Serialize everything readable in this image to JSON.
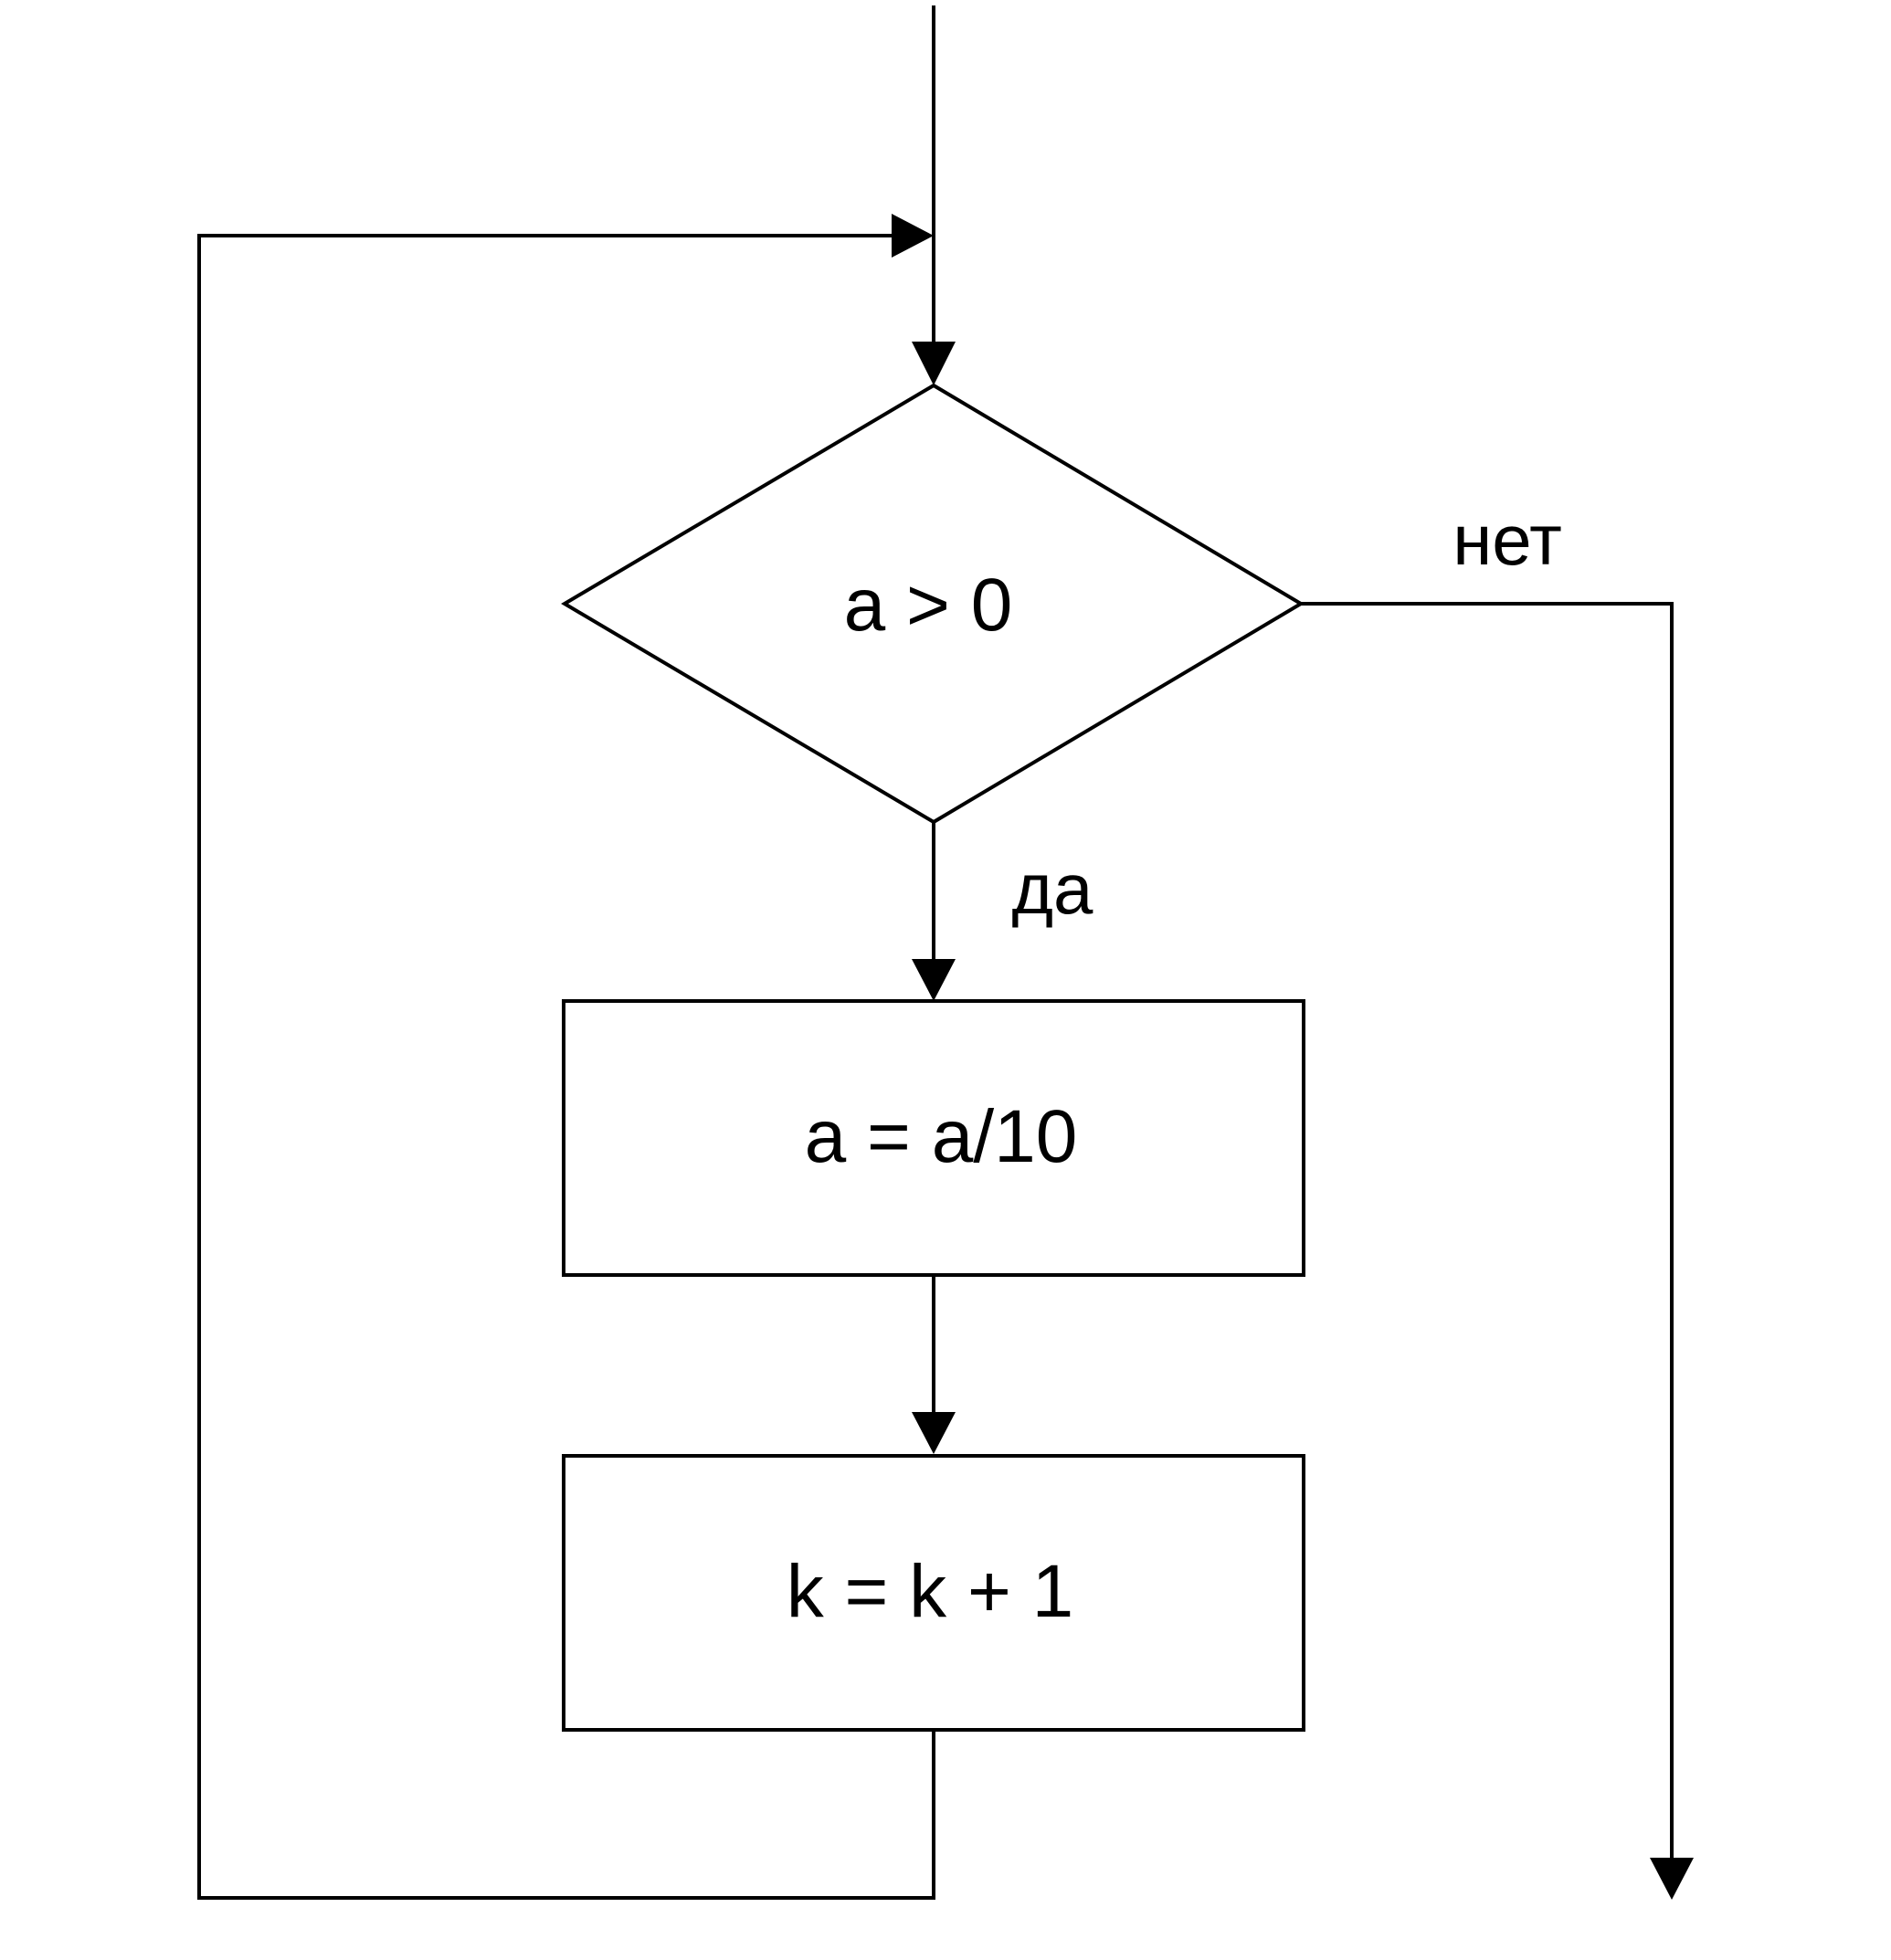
{
  "diagram": {
    "type": "flowchart",
    "nodes": {
      "condition": {
        "shape": "diamond",
        "text": "a > 0"
      },
      "divide_step": {
        "shape": "process",
        "text": "a = a/10"
      },
      "count_step": {
        "shape": "process",
        "text": "k = k + 1"
      }
    },
    "branch_labels": {
      "yes": "да",
      "no": "нет"
    },
    "edges": [
      {
        "from": "entry",
        "to": "condition"
      },
      {
        "from": "condition",
        "to": "divide_step",
        "label": "да"
      },
      {
        "from": "divide_step",
        "to": "count_step"
      },
      {
        "from": "count_step",
        "to": "condition",
        "kind": "loop-back"
      },
      {
        "from": "condition",
        "to": "exit",
        "label": "нет"
      }
    ],
    "colors": {
      "stroke": "#000000",
      "background": "#ffffff"
    }
  }
}
